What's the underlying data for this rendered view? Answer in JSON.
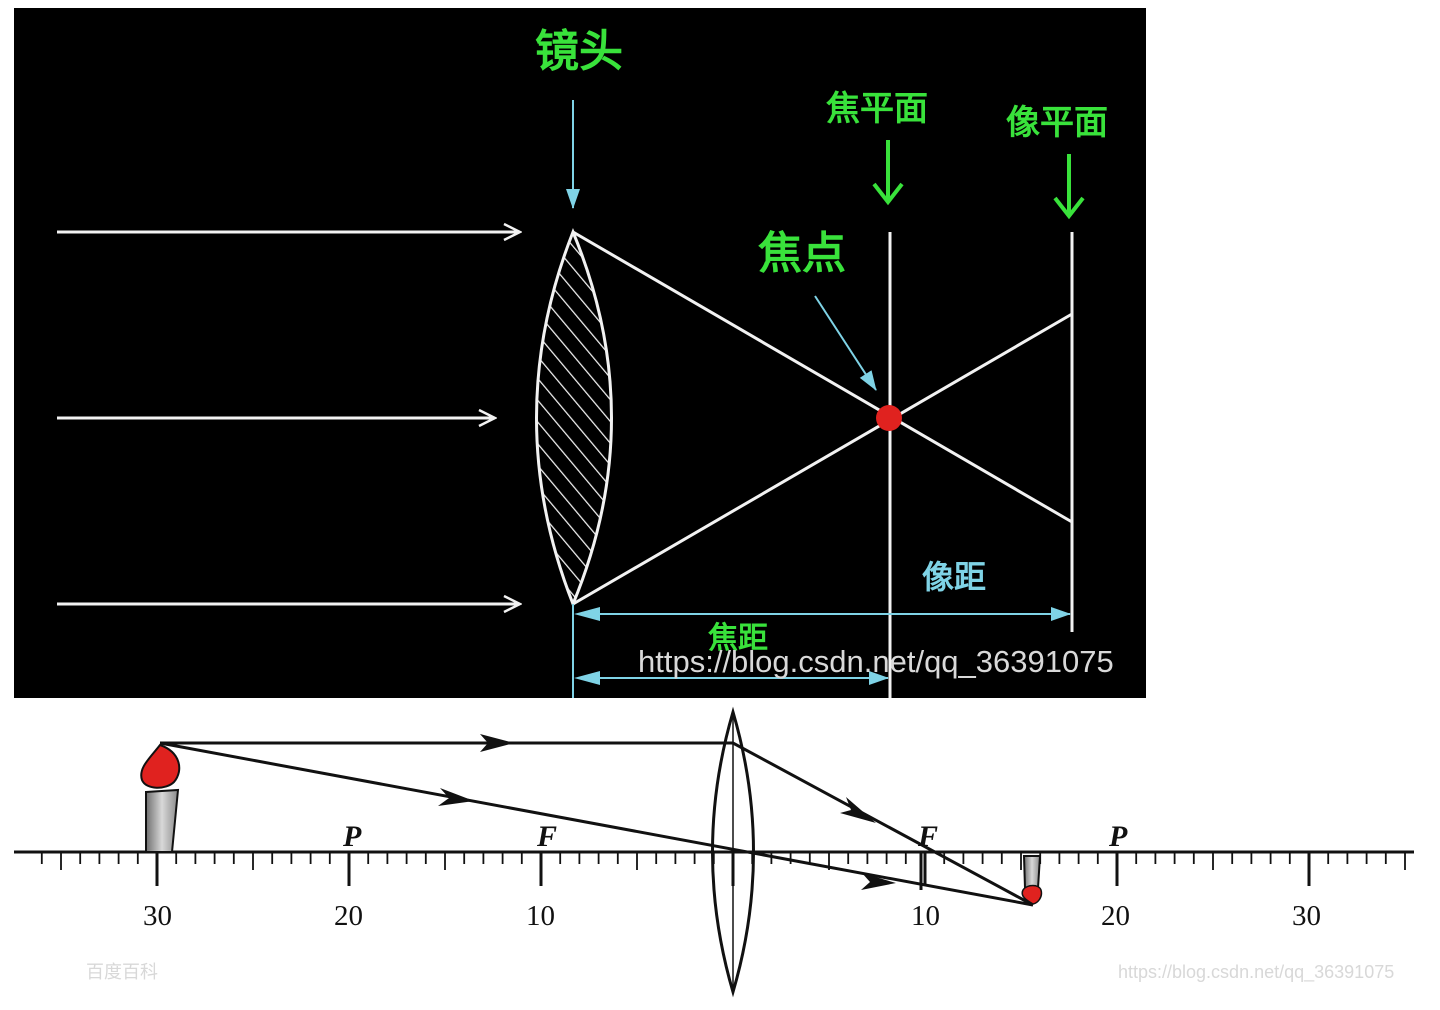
{
  "top_diagram": {
    "labels": {
      "lens": "镜头",
      "focal_plane": "焦平面",
      "image_plane": "像平面",
      "focus_point": "焦点",
      "image_distance": "像距",
      "focal_length": "焦距"
    },
    "watermark": "https://blog.csdn.net/qq_36391075",
    "colors": {
      "background": "#000000",
      "label_green": "#39e23b",
      "dimension_cyan": "#7fd3e6",
      "focus_dot": "#e0221f",
      "rays": "#f2f2f2"
    }
  },
  "bottom_diagram": {
    "ruler_labels": {
      "left_30": "30",
      "left_20": "20",
      "left_10": "10",
      "right_10": "10",
      "right_20": "20",
      "right_30": "30"
    },
    "points": {
      "p_left": "P",
      "f_left": "F",
      "f_right": "F",
      "p_right": "P"
    },
    "watermark_left": "百度百科",
    "watermark_right": "https://blog.csdn.net/qq_36391075",
    "colors": {
      "flame": "#e0221f",
      "candle_body": "#9a9a9a",
      "lines": "#111111"
    }
  }
}
